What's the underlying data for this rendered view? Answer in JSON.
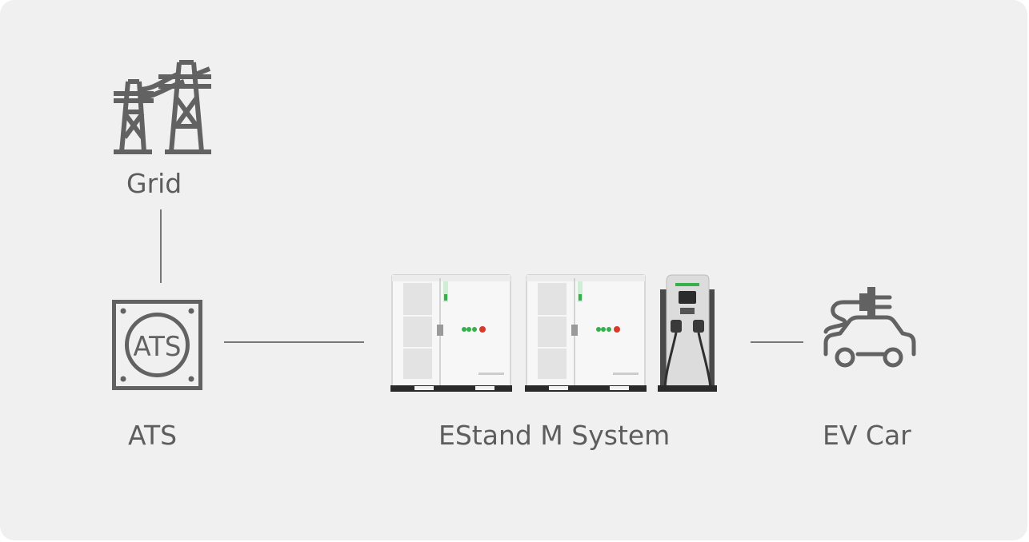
{
  "colors": {
    "background": "#f0f0f0",
    "icon": "#626262",
    "text": "#5d5d5d",
    "connector": "#777777",
    "cabinet": "#f7f7f7",
    "brand_green": "#35b04a",
    "alert_red": "#d83a2a"
  },
  "nodes": {
    "grid": {
      "label": "Grid",
      "icon": "power-tower-icon"
    },
    "ats": {
      "label": "ATS",
      "icon": "ats-switch-icon",
      "icon_text": "ATS"
    },
    "system": {
      "label": "EStand M System",
      "icon": "battery-cabinets-and-charger"
    },
    "ev": {
      "label": "EV Car",
      "icon": "ev-car-plug-icon"
    }
  }
}
